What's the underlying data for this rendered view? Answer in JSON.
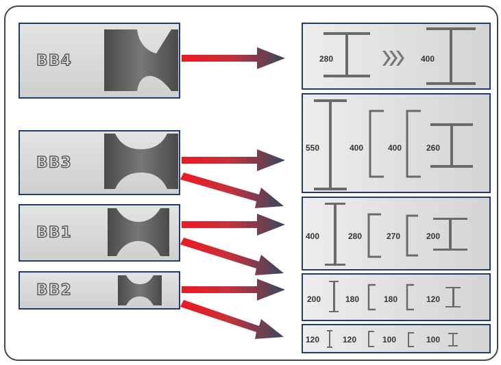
{
  "billets": [
    {
      "label": "BB4"
    },
    {
      "label": "BB3"
    },
    {
      "label": "BB1"
    },
    {
      "label": "BB2"
    }
  ],
  "panels": [
    {
      "sizes": [
        "280",
        "400"
      ]
    },
    {
      "sizes": [
        "550",
        "400",
        "400",
        "260"
      ]
    },
    {
      "sizes": [
        "400",
        "280",
        "270",
        "200"
      ]
    },
    {
      "sizes": [
        "200",
        "180",
        "180",
        "120"
      ]
    },
    {
      "sizes": [
        "120",
        "120",
        "100",
        "100"
      ]
    }
  ],
  "colors": {
    "border": "#1f3c70",
    "arrow_start": "#e8141c",
    "arrow_end": "#3a4a60",
    "profile": "#666666"
  }
}
